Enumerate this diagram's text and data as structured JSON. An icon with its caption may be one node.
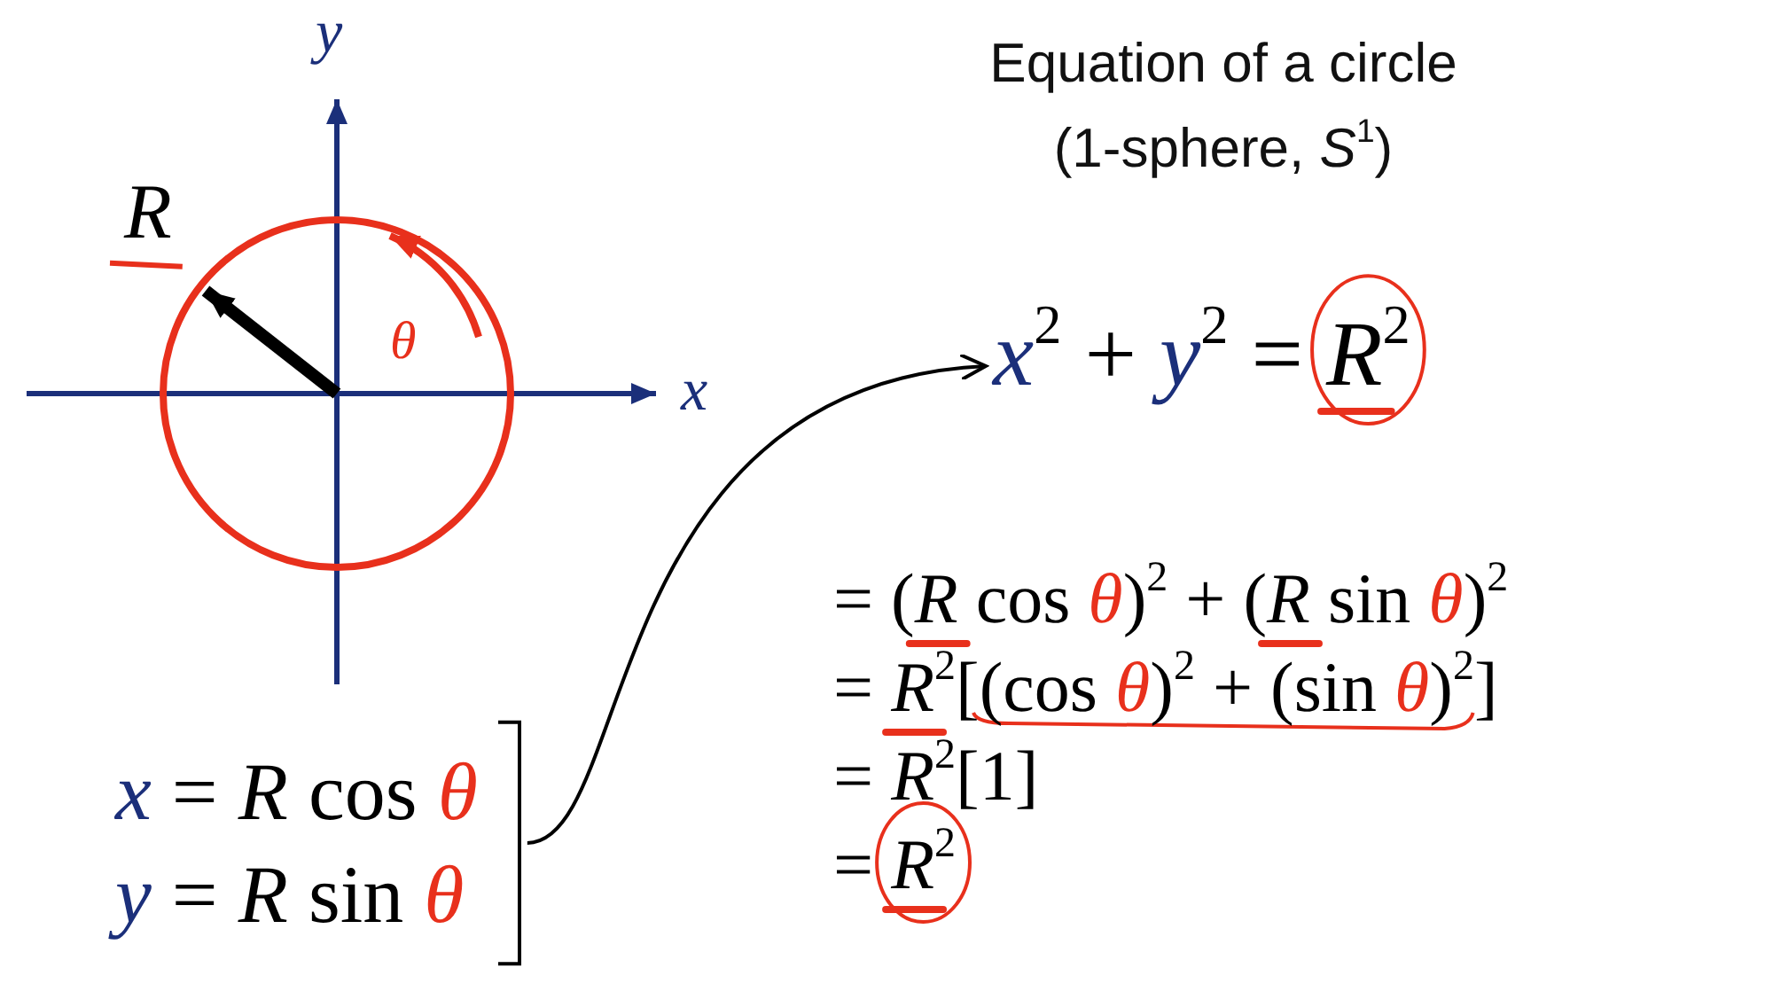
{
  "diagram": {
    "title": "Equation of a circle (1-sphere, *S*$^{1}$)",
    "nodes": [
      {
        "text": [
          "*x*$^{2}$ + *y*$^{2}$ = *R*$^{2}$"
        ]
      },
      {
        "text": [
          "*x* = *R* cos *θ*",
          "*y* = *R* sin *θ*"
        ]
      }
    ],
    "edges": [
      {
        "from": 1,
        "to": 0,
        "arrow": "to"
      }
    ],
    "labels": [
      "y",
      "R",
      "θ",
      "x",
      "= (*R* cos *θ*)$^{2}$ + (*R* sin *θ*)$^{2}$",
      "= *R*$^{2}$[(cos *θ*)$^{2}$ + (sin *θ*)$^{2}$]",
      "= *R*$^{2}$[1]",
      "= *R*$^{2}$"
    ]
  }
}
